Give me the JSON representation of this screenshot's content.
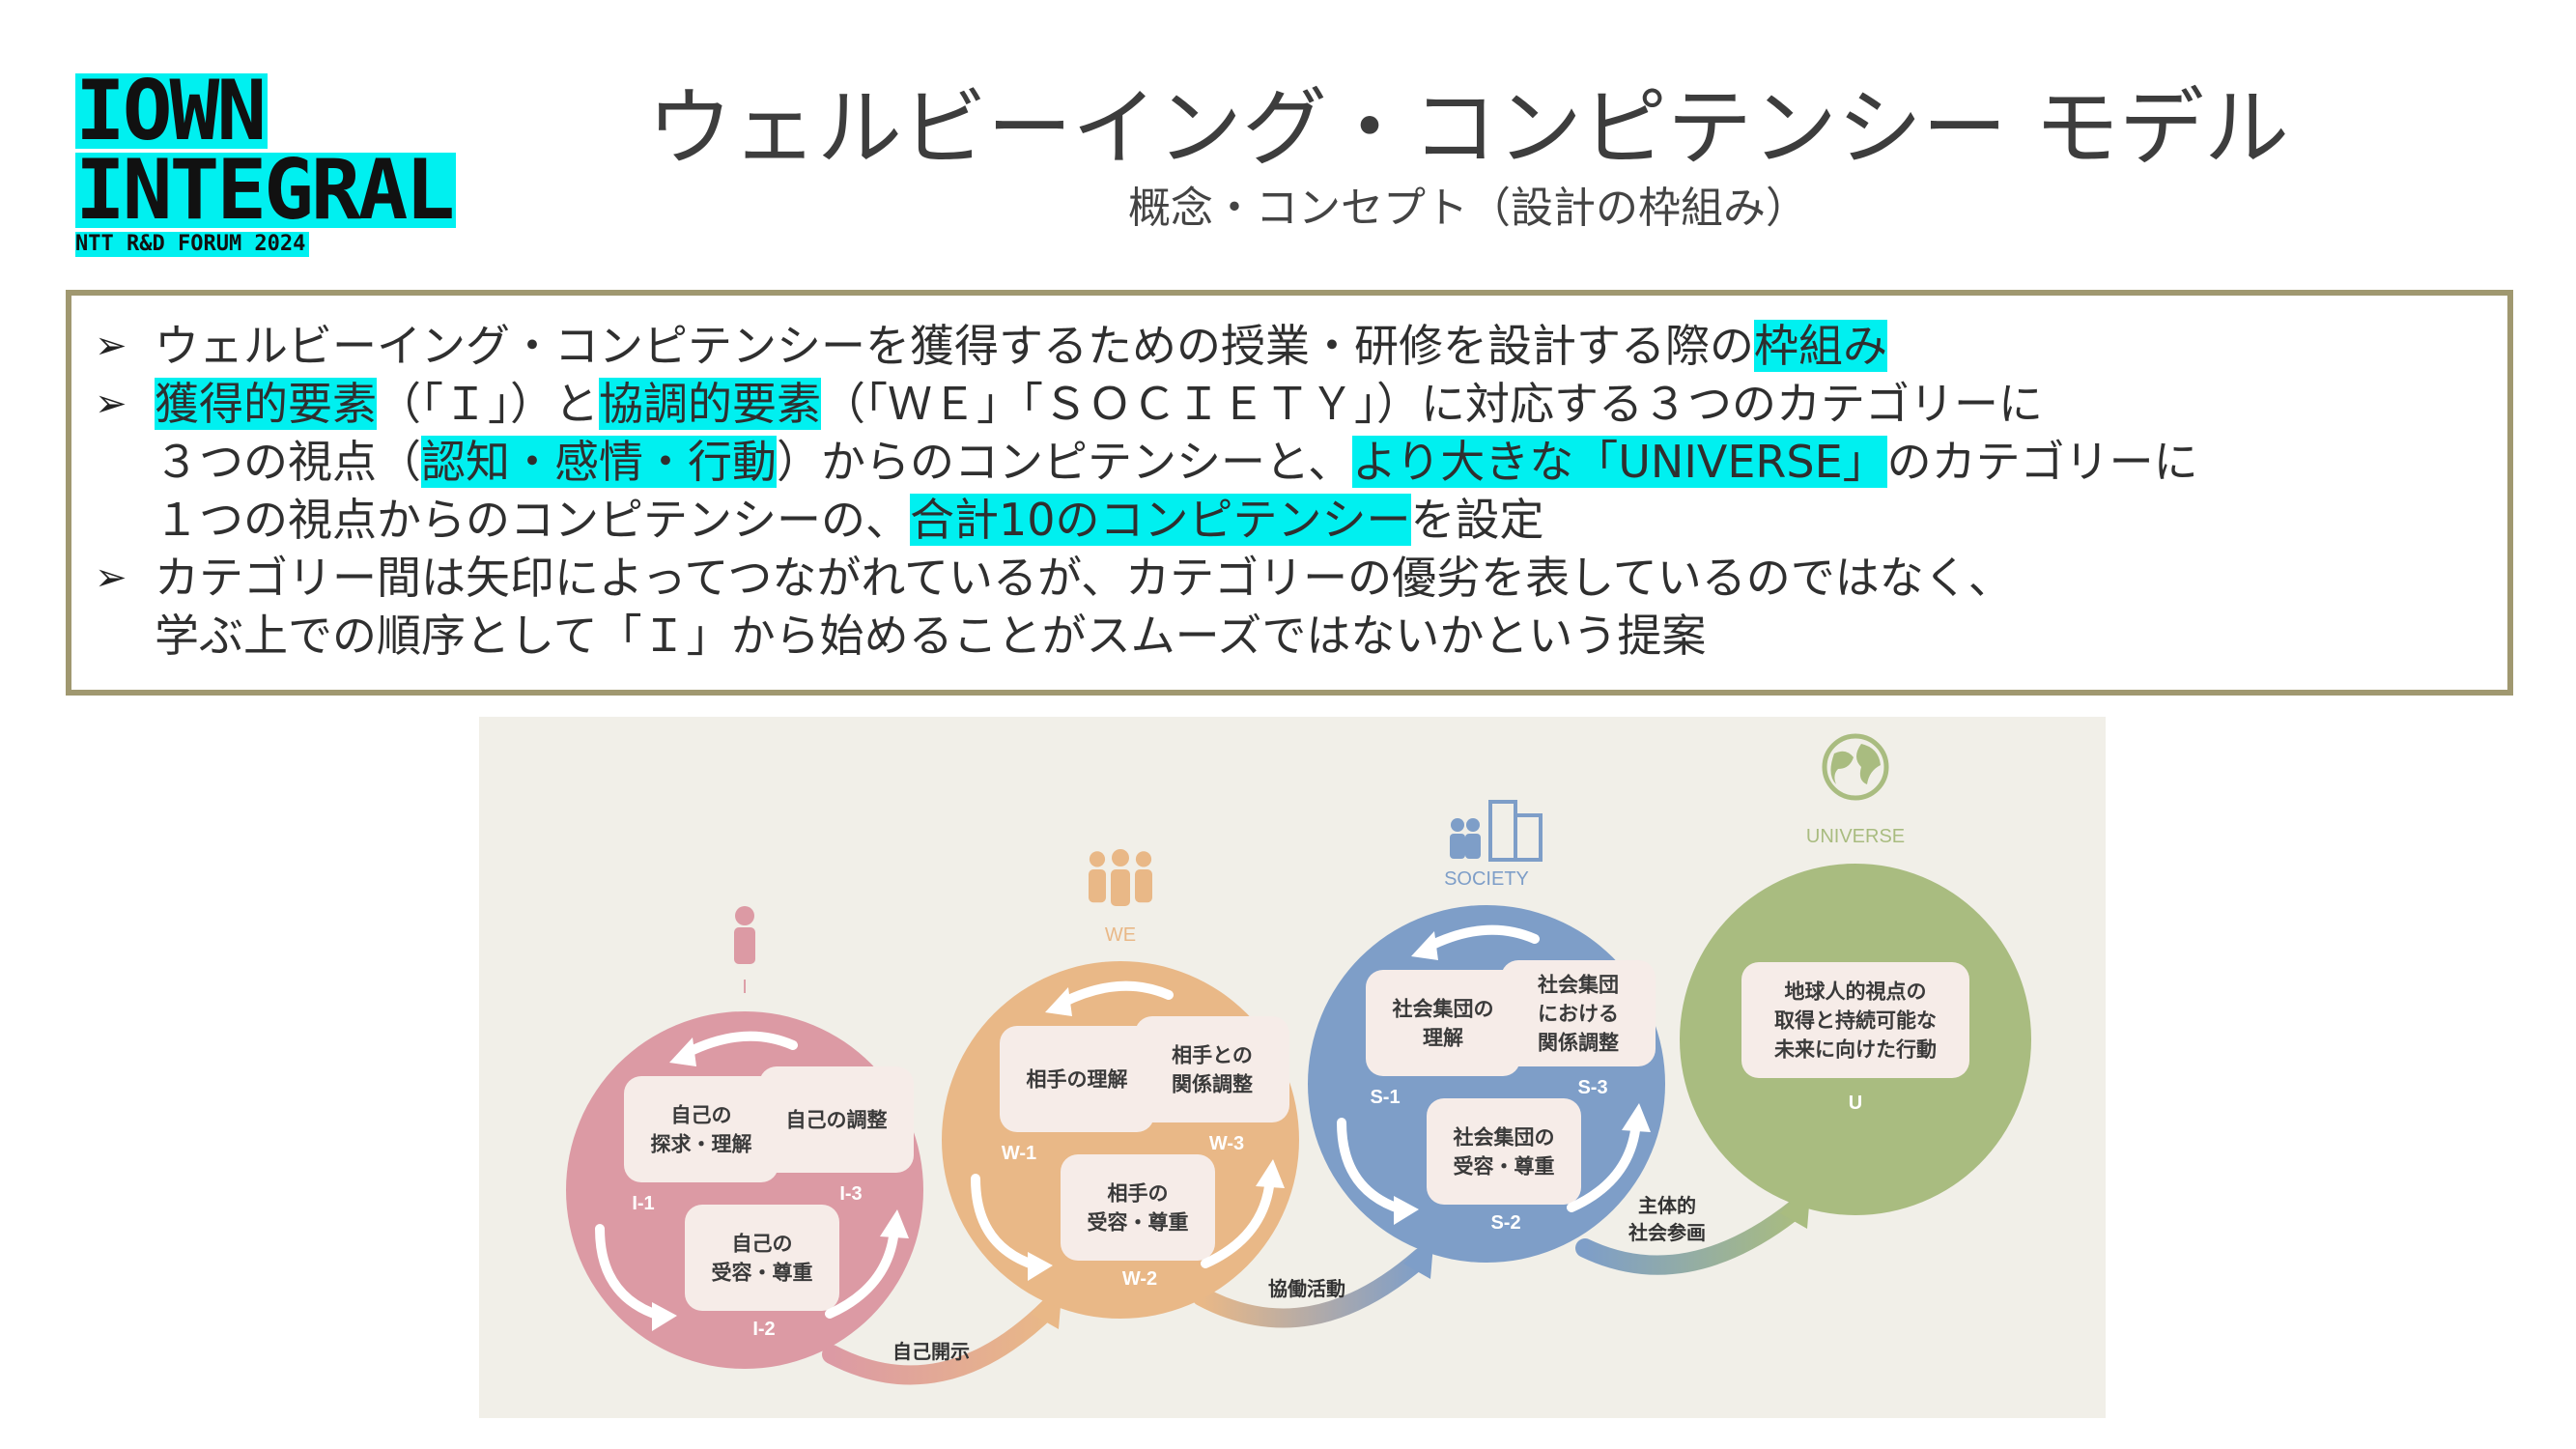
{
  "logo": {
    "line1": "IOWN",
    "line2": "INTEGRAL",
    "line3": "NTT R&D FORUM 2024",
    "accent_color": "#00f0f0"
  },
  "title": "ウェルビーイング・コンピテンシー モデル",
  "subtitle": "概念・コンセプト（設計の枠組み）",
  "bullets": [
    [
      "ウェルビーイング・コンピテンシーを獲得するための授業・研修を設計する際の",
      {
        "hl": "枠組み"
      }
    ],
    [
      {
        "hl": "獲得的要素"
      },
      "（「Ｉ」）と",
      {
        "hl": "協調的要素"
      },
      "（「ＷＥ」「ＳＯＣＩＥＴＹ」）に対応する３つのカテゴリーに"
    ],
    [
      "３つの視点（",
      {
        "hl": "認知・感情・行動"
      },
      "）からのコンピテンシーと、",
      {
        "hl": "より大きな「UNIVERSE」"
      },
      "のカテゴリーに"
    ],
    [
      "１つの視点からのコンピテンシーの、",
      {
        "hl": "合計10のコンピテンシー"
      },
      "を設定"
    ],
    [
      "カテゴリー間は矢印によってつながれているが、カテゴリーの優劣を表しているのではなく、"
    ],
    [
      "学ぶ上での順序として「Ｉ」から始めることがスムーズではないかという提案"
    ]
  ],
  "bullet_starts": [
    0,
    1,
    4
  ],
  "bullet_arrow": "➢",
  "diagram": {
    "categories": [
      {
        "label": "I",
        "color": "#dc9aa4",
        "icon": "person-icon",
        "nodes": [
          {
            "lines": [
              "自己の",
              "探求・理解"
            ],
            "code": "I-1"
          },
          {
            "lines": [
              "自己の調整"
            ],
            "code": "I-3"
          },
          {
            "lines": [
              "自己の",
              "受容・尊重"
            ],
            "code": "I-2"
          }
        ]
      },
      {
        "label": "WE",
        "color": "#e9b887",
        "icon": "group-icon",
        "nodes": [
          {
            "lines": [
              "相手の理解"
            ],
            "code": "W-1"
          },
          {
            "lines": [
              "相手との",
              "関係調整"
            ],
            "code": "W-3"
          },
          {
            "lines": [
              "相手の",
              "受容・尊重"
            ],
            "code": "W-2"
          }
        ]
      },
      {
        "label": "SOCIETY",
        "color": "#7e9ec8",
        "icon": "city-icon",
        "nodes": [
          {
            "lines": [
              "社会集団の",
              "理解"
            ],
            "code": "S-1"
          },
          {
            "lines": [
              "社会集団",
              "における",
              "関係調整"
            ],
            "code": "S-3"
          },
          {
            "lines": [
              "社会集団の",
              "受容・尊重"
            ],
            "code": "S-2"
          }
        ]
      },
      {
        "label": "UNIVERSE",
        "color": "#a9bc80",
        "icon": "globe-icon",
        "nodes": [
          {
            "lines": [
              "地球人的視点の",
              "取得と持続可能な",
              "未来に向けた行動"
            ],
            "code": "U"
          }
        ]
      }
    ],
    "connectors": [
      {
        "lines": [
          "自己開示"
        ]
      },
      {
        "lines": [
          "協働活動"
        ]
      },
      {
        "lines": [
          "主体的",
          "社会参画"
        ]
      }
    ],
    "colors": {
      "panel_bg": "#f1efe8",
      "node_bg": "#f6ece8",
      "node_text": "#3a3a3a",
      "arrow_white": "#ffffff"
    }
  }
}
